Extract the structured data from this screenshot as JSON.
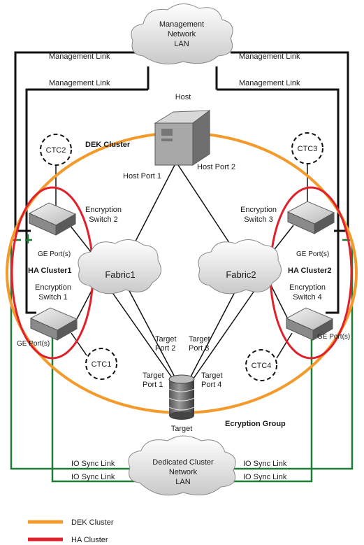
{
  "clouds": {
    "mgmt_lan": [
      "Management",
      "Network",
      "LAN"
    ],
    "fabric1": "Fabric1",
    "fabric2": "Fabric2",
    "sync_lan": [
      "Dedicated Cluster",
      "Network",
      "LAN"
    ]
  },
  "links": {
    "mgmt_top_left": "Management Link",
    "mgmt_top_right": "Management Link",
    "mgmt_inner_left": "Management Link",
    "mgmt_inner_right": "Management Link",
    "io_sync_left_1": "IO Sync Link",
    "io_sync_left_2": "IO Sync Link",
    "io_sync_right_1": "IO Sync Link",
    "io_sync_right_2": "IO Sync Link"
  },
  "host": {
    "label": "Host",
    "port1": "Host Port 1",
    "port2": "Host Port 2"
  },
  "ctc": [
    "CTC2",
    "CTC3",
    "CTC1",
    "CTC4"
  ],
  "switches": {
    "s2": [
      "Encryption",
      "Switch 2"
    ],
    "s3": [
      "Encryption",
      "Switch 3"
    ],
    "s1": [
      "Encryption",
      "Switch 1"
    ],
    "s4": [
      "Encryption",
      "Switch 4"
    ]
  },
  "ge_ports": [
    "GE Port(s)",
    "GE Port(s)",
    "GE Port(s)",
    "GE Port(s)"
  ],
  "clusters": {
    "dek": "DEK Cluster",
    "ha1": "HA Cluster1",
    "ha2": "HA Cluster2",
    "group": "Ecryption Group"
  },
  "target": {
    "label": "Target",
    "port1": [
      "Target",
      "Port 1"
    ],
    "port2": [
      "Target",
      "Port 2"
    ],
    "port3": [
      "Target",
      "Port 3"
    ],
    "port4": [
      "Target",
      "Port 4"
    ]
  },
  "legend": [
    {
      "label": "DEK Cluster",
      "color": "#f39a2b"
    },
    {
      "label": "HA Cluster",
      "color": "#e0202a"
    }
  ],
  "colors": {
    "dek": "#f39a2b",
    "ha": "#e0202a",
    "io_sync": "#1f7a35",
    "mgmt": "#111111"
  }
}
